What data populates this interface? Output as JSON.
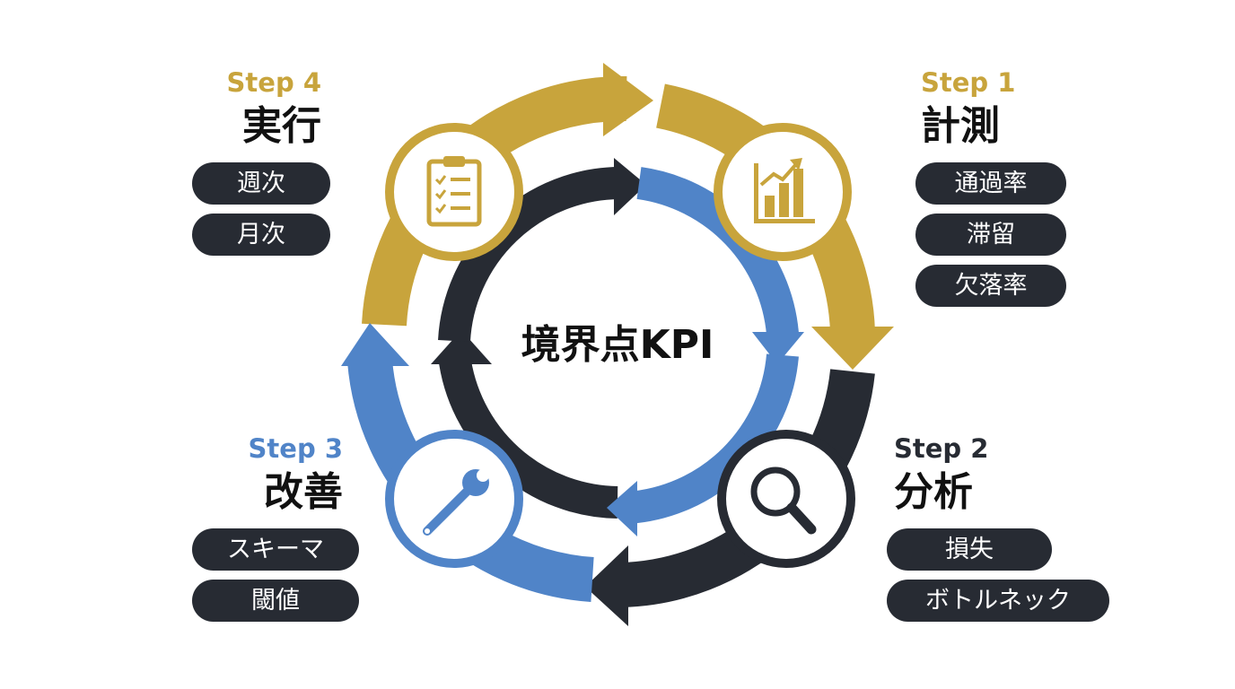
{
  "center": {
    "label": "境界点KPI"
  },
  "colors": {
    "gold": "#c8a43c",
    "blue": "#5084c8",
    "dark": "#272b33"
  },
  "steps": [
    {
      "step": "Step 1",
      "title": "計測",
      "tags": [
        "通過率",
        "滞留",
        "欠落率"
      ],
      "icon": "bar-chart-icon",
      "color": "#c8a43c"
    },
    {
      "step": "Step 2",
      "title": "分析",
      "tags": [
        "損失",
        "ボトルネック"
      ],
      "icon": "magnifier-icon",
      "color": "#272b33"
    },
    {
      "step": "Step 3",
      "title": "改善",
      "tags": [
        "スキーマ",
        "閾値"
      ],
      "icon": "wrench-icon",
      "color": "#5084c8"
    },
    {
      "step": "Step 4",
      "title": "実行",
      "tags": [
        "週次",
        "月次"
      ],
      "icon": "clipboard-checklist-icon",
      "color": "#c8a43c"
    }
  ]
}
